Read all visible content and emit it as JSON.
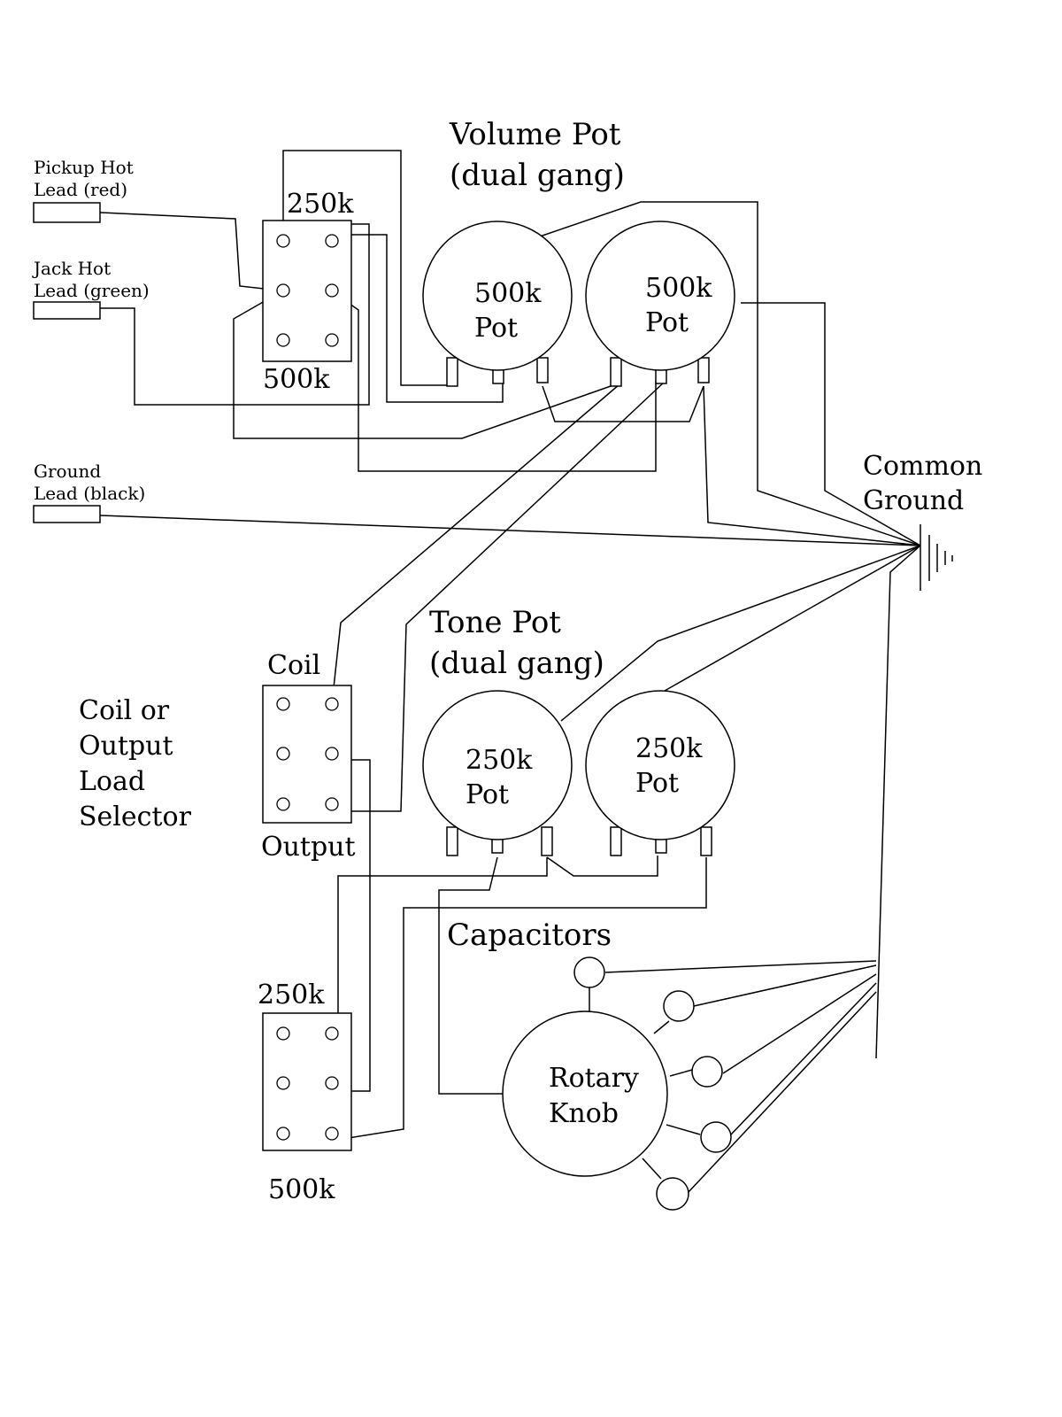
{
  "leads": {
    "pickup_hot": [
      "Pickup Hot",
      "Lead (red)"
    ],
    "jack_hot": [
      "Jack Hot",
      "Lead (green)"
    ],
    "ground": [
      "Ground",
      "Lead (black)"
    ]
  },
  "volume": {
    "title": [
      "Volume Pot",
      "(dual gang)"
    ],
    "pot_a": [
      "500k",
      "Pot"
    ],
    "pot_b": [
      "500k",
      "Pot"
    ]
  },
  "tone": {
    "title": [
      "Tone Pot",
      "(dual gang)"
    ],
    "pot_a": [
      "250k",
      "Pot"
    ],
    "pot_b": [
      "250k",
      "Pot"
    ]
  },
  "switch_top": {
    "label_top": "250k",
    "label_bottom": "500k"
  },
  "switch_mid": {
    "label_top": "Coil",
    "label_bottom": "Output"
  },
  "switch_bottom": {
    "label_top": "250k",
    "label_bottom": "500k"
  },
  "selector_label": [
    "Coil or",
    "Output",
    "Load",
    "Selector"
  ],
  "common_ground": [
    "Common",
    "Ground"
  ],
  "capacitors_label": "Capacitors",
  "rotary": [
    "Rotary",
    "Knob"
  ]
}
